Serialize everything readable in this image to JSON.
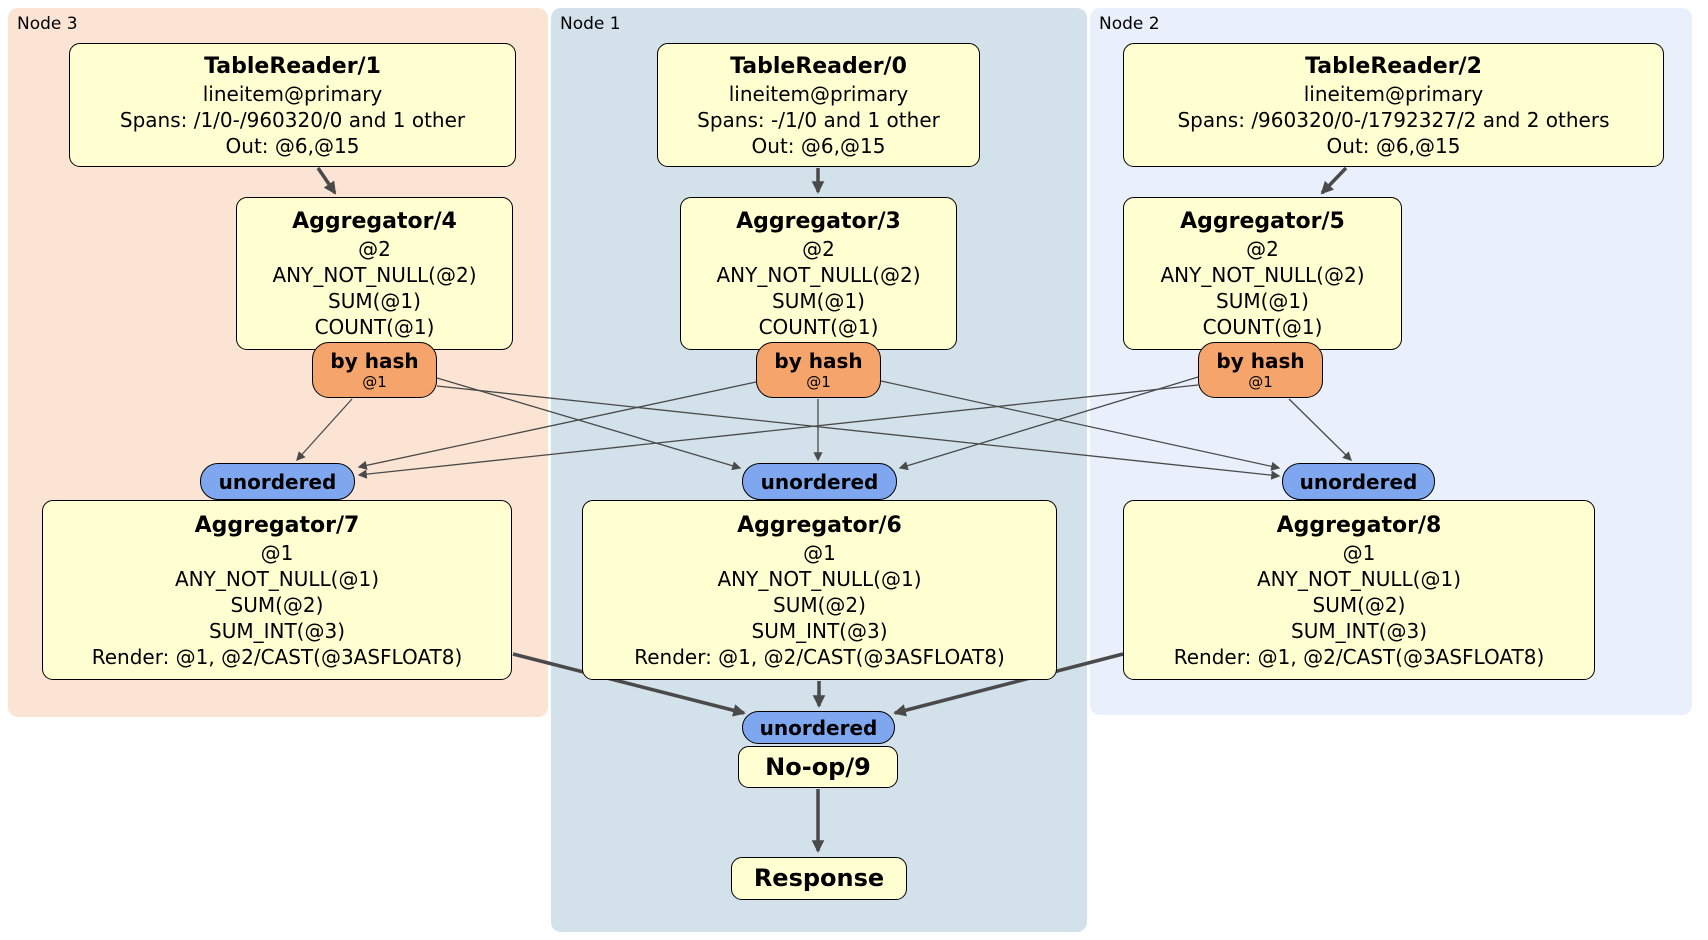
{
  "node_groups": {
    "node3": {
      "label": "Node 3"
    },
    "node1": {
      "label": "Node 1"
    },
    "node2": {
      "label": "Node 2"
    }
  },
  "processors": {
    "tr1": {
      "title": "TableReader/1",
      "lines": [
        "lineitem@primary",
        "Spans: /1/0-/960320/0 and 1 other",
        "Out: @6,@15"
      ]
    },
    "tr0": {
      "title": "TableReader/0",
      "lines": [
        "lineitem@primary",
        "Spans: -/1/0 and 1 other",
        "Out: @6,@15"
      ]
    },
    "tr2": {
      "title": "TableReader/2",
      "lines": [
        "lineitem@primary",
        "Spans: /960320/0-/1792327/2 and 2 others",
        "Out: @6,@15"
      ]
    },
    "agg4": {
      "title": "Aggregator/4",
      "lines": [
        "@2",
        "ANY_NOT_NULL(@2)",
        "SUM(@1)",
        "COUNT(@1)"
      ]
    },
    "agg3": {
      "title": "Aggregator/3",
      "lines": [
        "@2",
        "ANY_NOT_NULL(@2)",
        "SUM(@1)",
        "COUNT(@1)"
      ]
    },
    "agg5": {
      "title": "Aggregator/5",
      "lines": [
        "@2",
        "ANY_NOT_NULL(@2)",
        "SUM(@1)",
        "COUNT(@1)"
      ]
    },
    "agg7": {
      "title": "Aggregator/7",
      "lines": [
        "@1",
        "ANY_NOT_NULL(@1)",
        "SUM(@2)",
        "SUM_INT(@3)",
        "Render: @1, @2/CAST(@3ASFLOAT8)"
      ]
    },
    "agg6": {
      "title": "Aggregator/6",
      "lines": [
        "@1",
        "ANY_NOT_NULL(@1)",
        "SUM(@2)",
        "SUM_INT(@3)",
        "Render: @1, @2/CAST(@3ASFLOAT8)"
      ]
    },
    "agg8": {
      "title": "Aggregator/8",
      "lines": [
        "@1",
        "ANY_NOT_NULL(@1)",
        "SUM(@2)",
        "SUM_INT(@3)",
        "Render: @1, @2/CAST(@3ASFLOAT8)"
      ]
    },
    "noop": {
      "title": "No-op/9"
    },
    "response": {
      "title": "Response"
    }
  },
  "routers": {
    "byhash4": {
      "label": "by hash",
      "key": "@1"
    },
    "byhash3": {
      "label": "by hash",
      "key": "@1"
    },
    "byhash5": {
      "label": "by hash",
      "key": "@1"
    }
  },
  "synchronizers": {
    "unordered7": {
      "label": "unordered"
    },
    "unordered6": {
      "label": "unordered"
    },
    "unordered8": {
      "label": "unordered"
    },
    "unordered9": {
      "label": "unordered"
    }
  },
  "edges": [
    {
      "from": "TableReader/1",
      "to": "Aggregator/4"
    },
    {
      "from": "TableReader/0",
      "to": "Aggregator/3"
    },
    {
      "from": "TableReader/2",
      "to": "Aggregator/5"
    },
    {
      "from": "Aggregator/4 by hash @1",
      "to": "unordered (Aggregator/7)"
    },
    {
      "from": "Aggregator/4 by hash @1",
      "to": "unordered (Aggregator/6)"
    },
    {
      "from": "Aggregator/4 by hash @1",
      "to": "unordered (Aggregator/8)"
    },
    {
      "from": "Aggregator/3 by hash @1",
      "to": "unordered (Aggregator/7)"
    },
    {
      "from": "Aggregator/3 by hash @1",
      "to": "unordered (Aggregator/6)"
    },
    {
      "from": "Aggregator/3 by hash @1",
      "to": "unordered (Aggregator/8)"
    },
    {
      "from": "Aggregator/5 by hash @1",
      "to": "unordered (Aggregator/7)"
    },
    {
      "from": "Aggregator/5 by hash @1",
      "to": "unordered (Aggregator/6)"
    },
    {
      "from": "Aggregator/5 by hash @1",
      "to": "unordered (Aggregator/8)"
    },
    {
      "from": "Aggregator/7",
      "to": "unordered (No-op/9)"
    },
    {
      "from": "Aggregator/6",
      "to": "unordered (No-op/9)"
    },
    {
      "from": "Aggregator/8",
      "to": "unordered (No-op/9)"
    },
    {
      "from": "No-op/9",
      "to": "Response"
    }
  ],
  "colors": {
    "processor_fill": "#ffffd2",
    "router_fill": "#f5a46c",
    "synchronizer_fill": "#7fa7f0",
    "node3_background": "#fce4d5",
    "node1_background": "#d2e1ea",
    "node2_background": "#e9effb",
    "edge_stroke": "#4a4a4a",
    "border": "#000000"
  }
}
